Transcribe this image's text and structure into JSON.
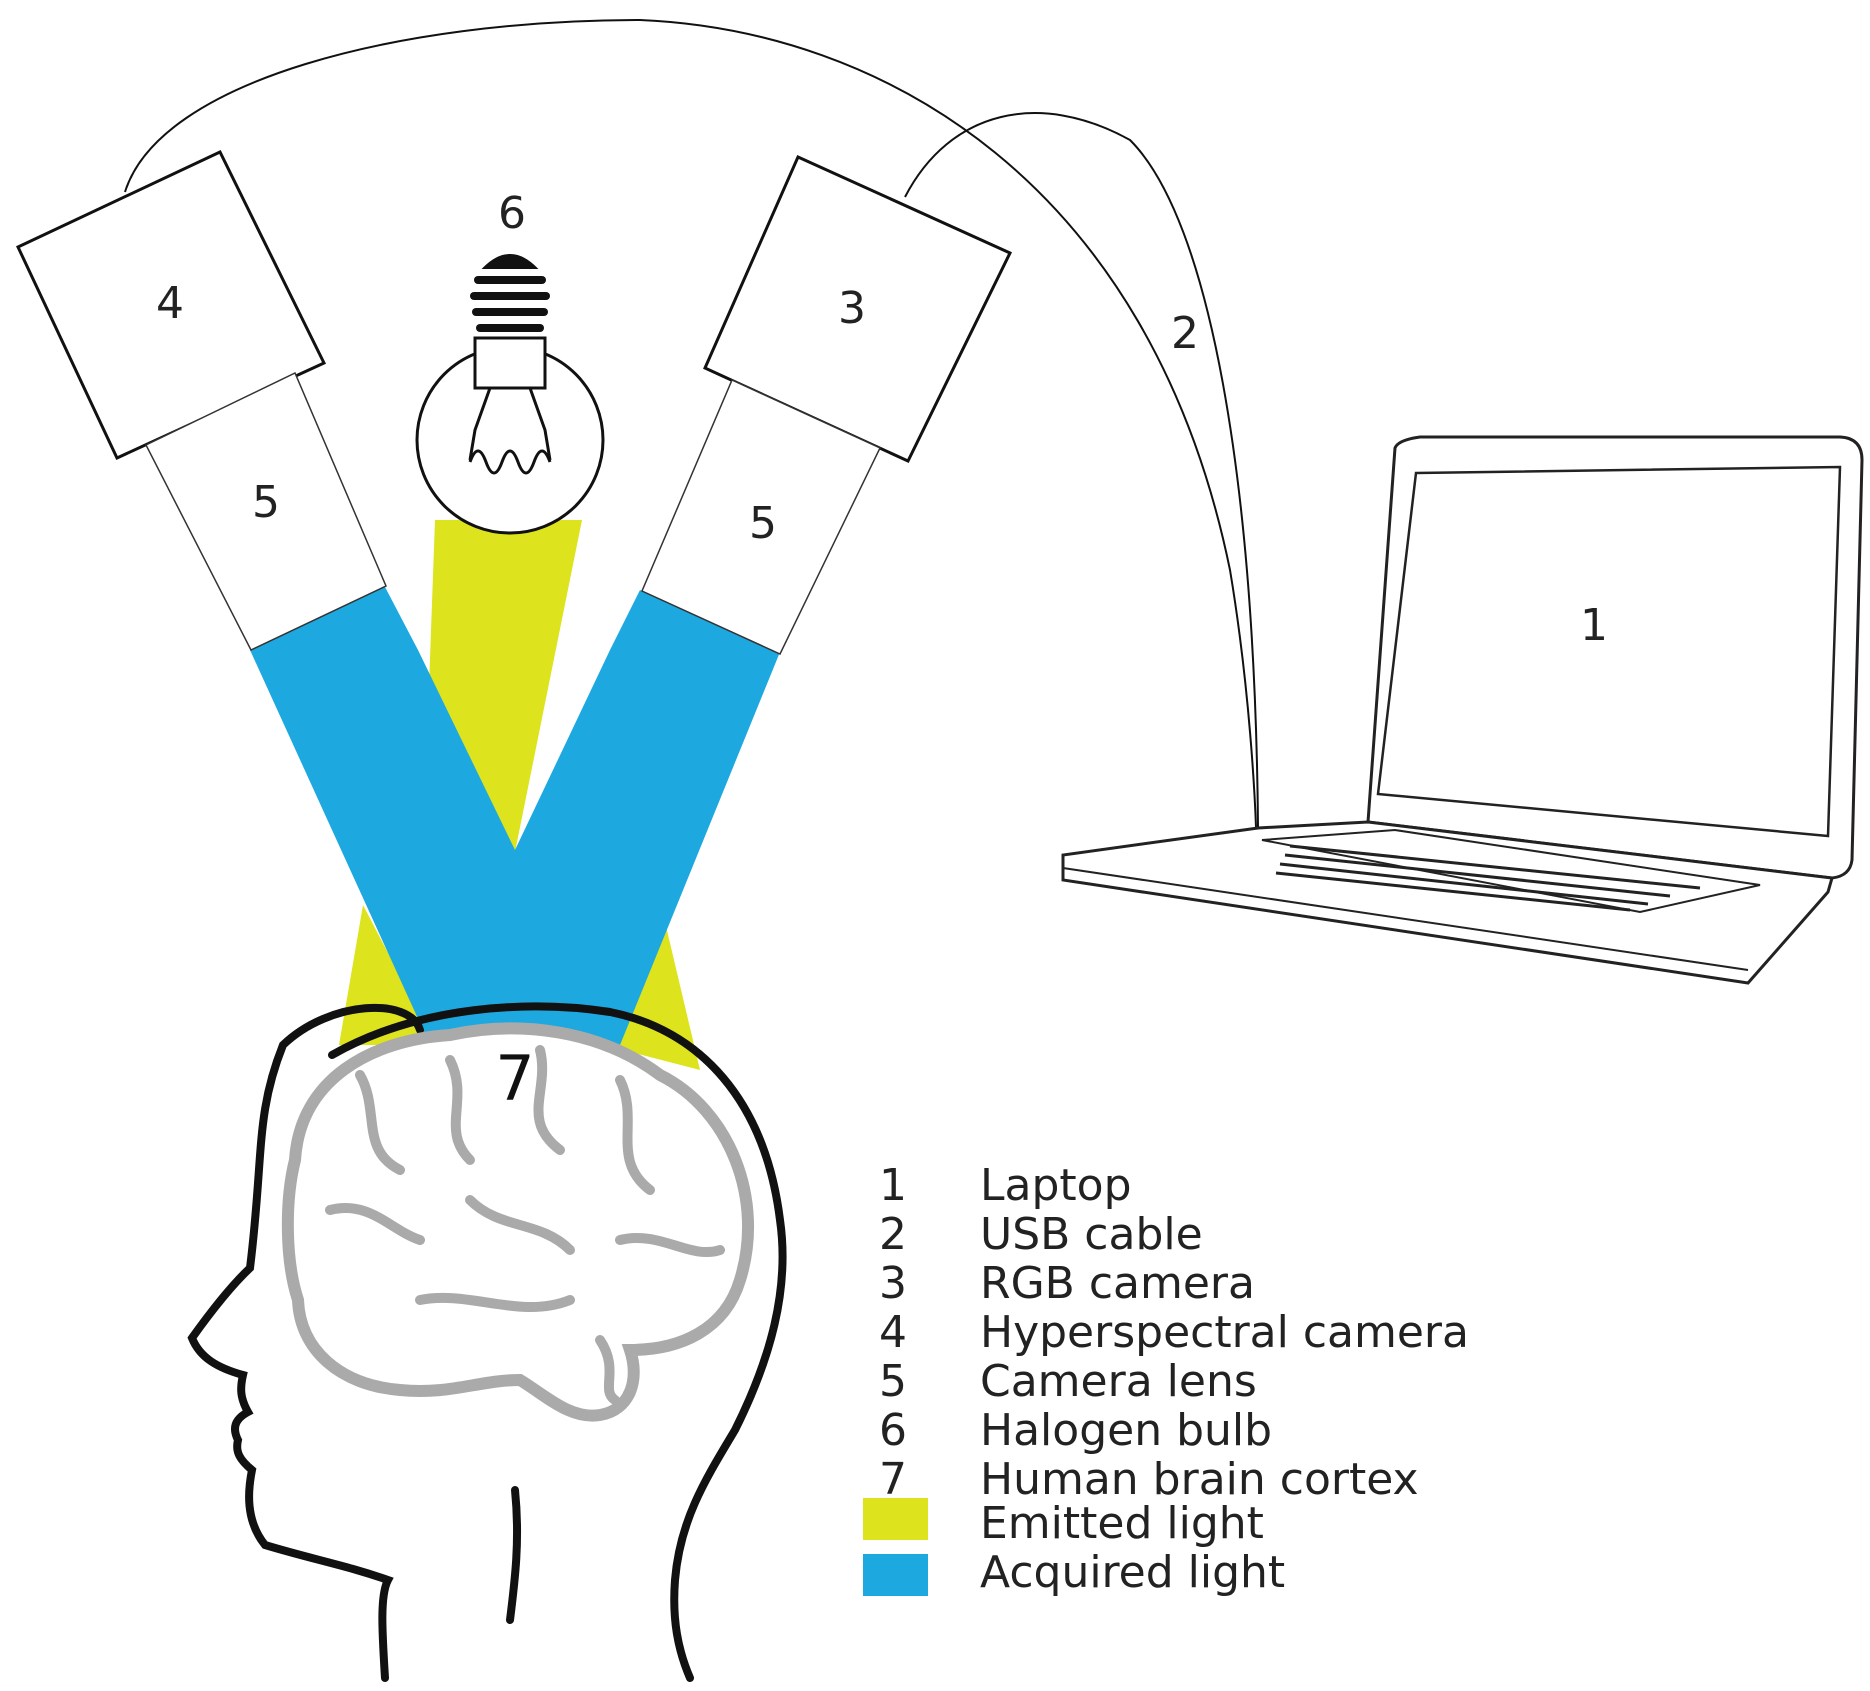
{
  "colors": {
    "emitted": "#dde31c",
    "acquired": "#1ea8e0",
    "line": "#111111",
    "brain": "#aaaaaa"
  },
  "labels": {
    "laptop": "1",
    "cable": "2",
    "rgb_camera": "3",
    "hyper_camera": "4",
    "lens_left": "5",
    "lens_right": "5",
    "bulb": "6",
    "cortex": "7"
  },
  "legend": {
    "items": [
      {
        "num": "1",
        "text": "Laptop"
      },
      {
        "num": "2",
        "text": "USB cable"
      },
      {
        "num": "3",
        "text": "RGB camera"
      },
      {
        "num": "4",
        "text": "Hyperspectral camera"
      },
      {
        "num": "5",
        "text": "Camera lens"
      },
      {
        "num": "6",
        "text": "Halogen bulb"
      },
      {
        "num": "7",
        "text": "Human brain cortex"
      }
    ],
    "swatches": [
      {
        "text": "Emitted light"
      },
      {
        "text": "Acquired light"
      }
    ]
  }
}
